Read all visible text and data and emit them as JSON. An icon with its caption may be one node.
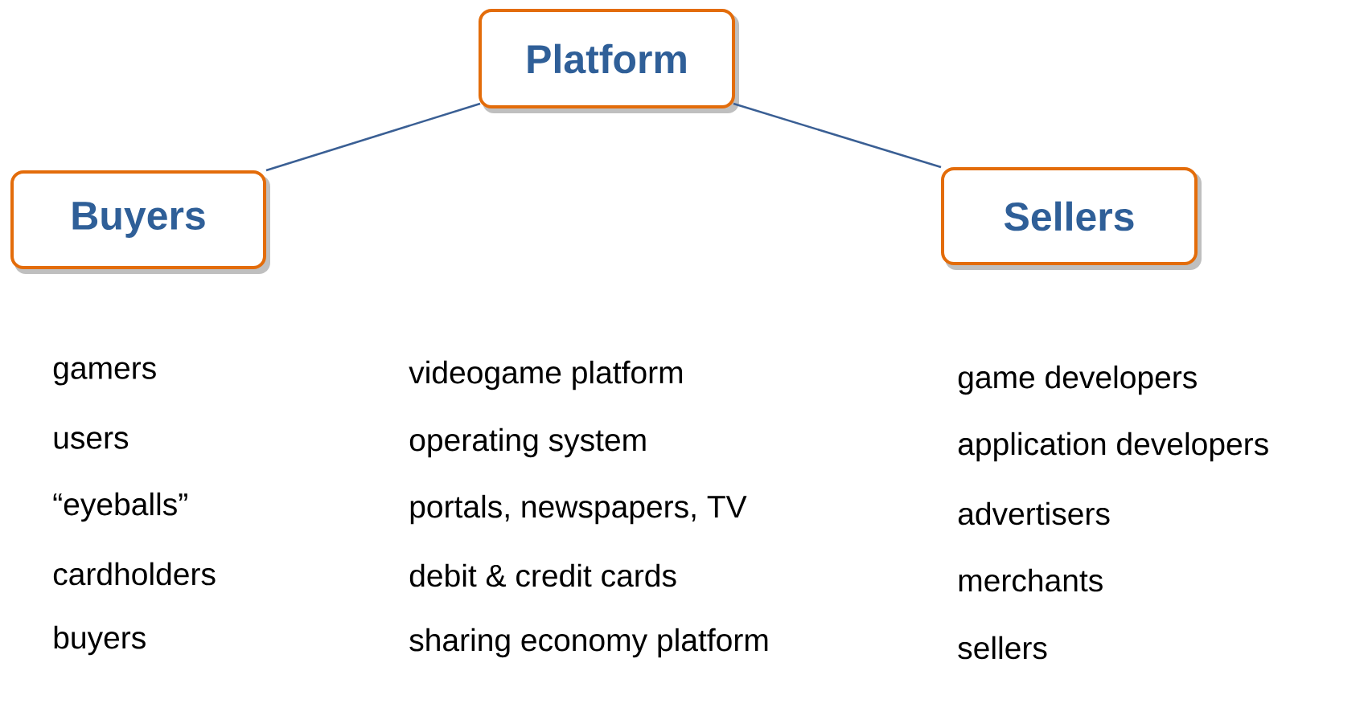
{
  "diagram": {
    "nodes": [
      {
        "text": [
          "Platform"
        ]
      },
      {
        "text": [
          "Buyers"
        ]
      },
      {
        "text": [
          "Sellers"
        ]
      }
    ],
    "edges": [
      {
        "from": 0,
        "to": 1,
        "arrow": "none"
      },
      {
        "from": 0,
        "to": 2,
        "arrow": "none"
      }
    ],
    "labels": [
      "gamers",
      "videogame platform",
      "game developers",
      "users",
      "operating system",
      "application developers",
      "“eyeballs”",
      "portals, newspapers, TV",
      "advertisers",
      "cardholders",
      "debit & credit cards",
      "merchants",
      "buyers",
      "sharing economy platform",
      "sellers"
    ]
  }
}
